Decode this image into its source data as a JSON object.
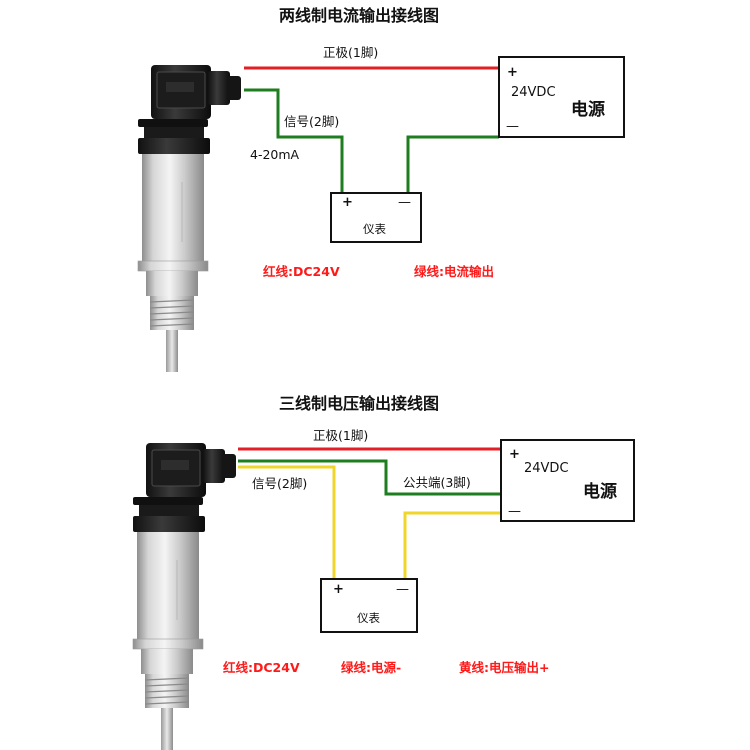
{
  "colors": {
    "red": "#e31e24",
    "green": "#1e7d1e",
    "yellow": "#f0d52b",
    "legend_text": "#ff1a1a",
    "box_border": "#111111"
  },
  "diagram1": {
    "title": "两线制电流输出接线图",
    "wire_positive": "正极(1脚)",
    "wire_signal": "信号(2脚)",
    "current_range": "4-20mA",
    "power": {
      "voltage": "24VDC",
      "name": "电源",
      "plus": "+",
      "minus": "—"
    },
    "meter": {
      "name": "仪表",
      "plus": "+",
      "minus": "—"
    },
    "legend": [
      "红线:DC24V",
      "绿线:电流输出"
    ]
  },
  "diagram2": {
    "title": "三线制电压输出接线图",
    "wire_positive": "正极(1脚)",
    "wire_signal": "信号(2脚)",
    "wire_common": "公共端(3脚)",
    "power": {
      "voltage": "24VDC",
      "name": "电源",
      "plus": "+",
      "minus": "—"
    },
    "meter": {
      "name": "仪表",
      "plus": "+",
      "minus": "—"
    },
    "legend": [
      "红线:DC24V",
      "绿线:电源-",
      "黄线:电压输出+"
    ]
  }
}
